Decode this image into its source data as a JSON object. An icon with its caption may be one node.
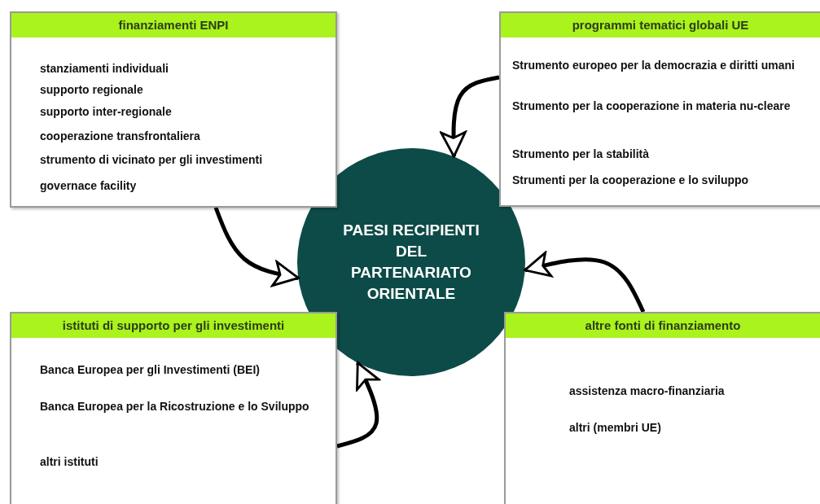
{
  "diagram": {
    "nodes": [
      {
        "text": [
          "finanziamenti ENPI",
          "stanziamenti individuali",
          "supporto regionale",
          "supporto inter-regionale",
          "cooperazione transfrontaliera",
          "strumento di vicinato per gli investimenti",
          "governace facility"
        ]
      },
      {
        "text": [
          "programmi tematici globali UE",
          "Strumento europeo per la democrazia e diritti umani",
          "Strumento per la cooperazione in materia nu-cleare",
          "Strumento per la stabilità",
          "Strumenti per la cooperazione e lo sviluppo"
        ]
      },
      {
        "text": [
          "PAESI RECIPIENTI DEL PARTENARIATO ORIENTALE"
        ]
      },
      {
        "text": [
          "istituti di supporto per gli investimenti",
          "Banca Europea per gli Investimenti (BEI)",
          "Banca Europea per la Ricostruzione e lo Sviluppo",
          "altri istituti"
        ]
      },
      {
        "text": [
          "altre fonti di finanziamento",
          "assistenza macro-finanziaria",
          "altri (membri UE)"
        ]
      }
    ],
    "edges": [
      {
        "from": 0,
        "to": 2,
        "arrow": "to"
      },
      {
        "from": 1,
        "to": 2,
        "arrow": "to"
      },
      {
        "from": 3,
        "to": 2,
        "arrow": "to"
      },
      {
        "from": 4,
        "to": 2,
        "arrow": "to"
      }
    ]
  }
}
